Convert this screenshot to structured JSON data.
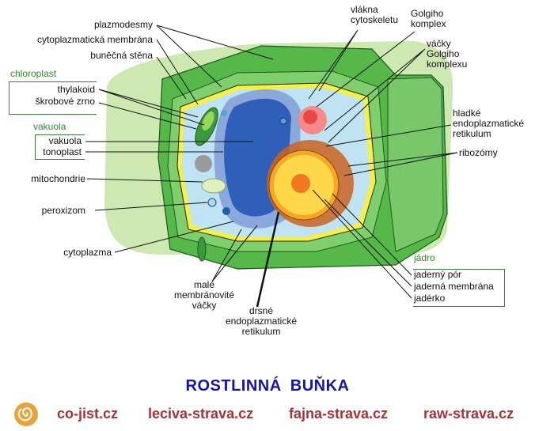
{
  "labels": {
    "plazmodesmy": "plazmodesmy",
    "cytoplazmaticka_membrana": "cytoplazmatická membrána",
    "bunecna_stena": "buněčná stěna",
    "chloroplast": "chloroplast",
    "thylakoid": "thylakoid",
    "skrobove_zrno": "škrobové zrno",
    "vakuola_group": "vakuola",
    "vakuola": "vakuola",
    "tonoplast": "tonoplast",
    "mitochondrie": "mitochondrie",
    "peroxizom": "peroxizom",
    "cytoplazma": "cytoplazma",
    "male_vacky": [
      "malé",
      "membránovité",
      "váčky"
    ],
    "drsne_er": [
      "drsné",
      "endoplazmatické",
      "retikulum"
    ],
    "vlakna": [
      "vlákna",
      "cytoskeletu"
    ],
    "golgi": [
      "Golgiho",
      "komplex"
    ],
    "vacky_golgi": [
      "váčky",
      "Golgiho",
      "komplexu"
    ],
    "hladke_er": [
      "hladké",
      "endoplazmatické",
      "retikulum"
    ],
    "ribozomy": "ribozómy",
    "jadro": "jádro",
    "jaderny_por": "jaderný pór",
    "jaderna_membrana": "jaderná membrána",
    "jaderko": "jadérko"
  },
  "title": "ROSTLINNÁ  BUŇKA",
  "footer_links": [
    "co-jist.cz",
    "leciva-strava.cz",
    "fajna-strava.cz",
    "raw-strava.cz"
  ],
  "colors": {
    "title": "#1414b0",
    "links": "#a83232",
    "group_labels": "#2e8b2e"
  }
}
